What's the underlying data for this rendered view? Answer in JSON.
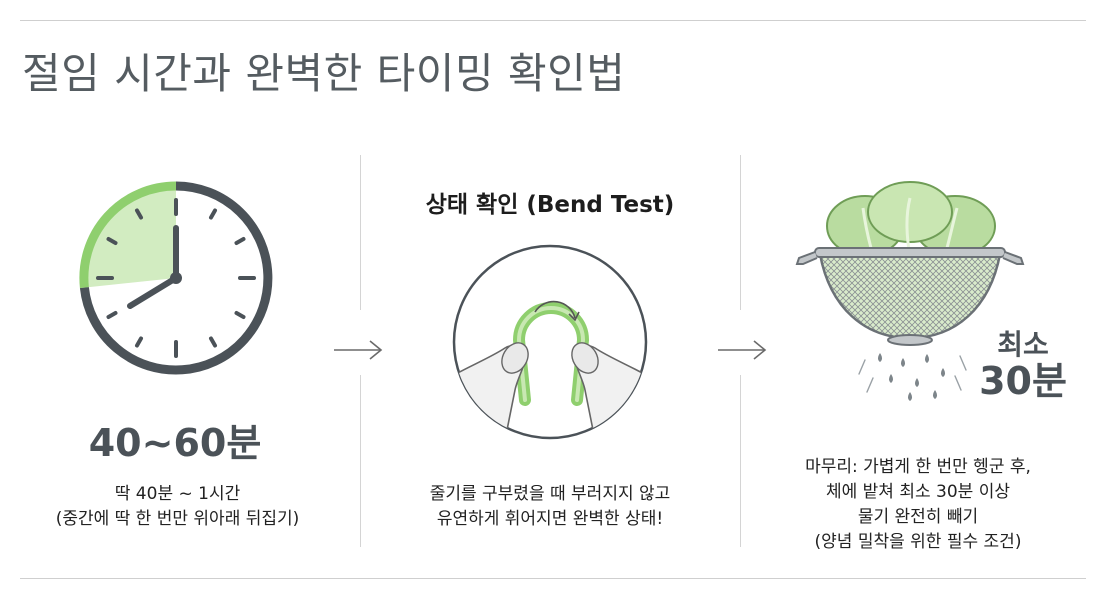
{
  "title": "절임 시간과 완벽한 타이밍 확인법",
  "step1": {
    "time": "40~60분",
    "caption_line1": "딱 40분 ~ 1시간",
    "caption_line2": "(중간에 딱 한 번만 위아래 뒤집기)"
  },
  "step2": {
    "title": "상태 확인 (Bend Test)",
    "caption_line1": "줄기를 구부렸을 때 부러지지 않고",
    "caption_line2": "유연하게 휘어지면 완벽한 상태!"
  },
  "step3": {
    "label_line1": "최소",
    "label_line2": "30분",
    "caption_line1": "마무리: 가볍게 한 번만 헹군 후,",
    "caption_line2": "체에 밭쳐 최소 30분 이상",
    "caption_line3": "물기 완전히 빼기",
    "caption_line4": "(양념 밀착을 위한 필수 조건)"
  },
  "colors": {
    "accent_green": "#8fcf6e",
    "light_green": "#d2ecc1",
    "dark_gray": "#4b5258"
  },
  "icons": [
    "clock-icon",
    "bend-test-icon",
    "cabbage-colander-icon",
    "arrow-right-icon"
  ]
}
